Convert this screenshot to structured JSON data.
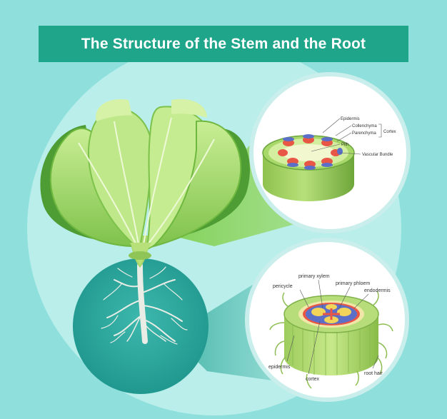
{
  "title": "The Structure of the Stem and the Root",
  "colors": {
    "background": "#8fe0dd",
    "title_bar": "#1ea58a",
    "title_text": "#ffffff",
    "big_circle": "#b9eeeb",
    "root_circle": "#27a29a",
    "leaf_light": "#b6e27c",
    "leaf_dark": "#5cae3c",
    "stem_green": "#9ccd5a",
    "phloem_red": "#e85646",
    "xylem_blue": "#5b6fc8"
  },
  "stem": {
    "labels": {
      "epidermis": "Epidermis",
      "collenchyma": "Collenchyma",
      "parenchyma": "Parenchyma",
      "cortex": "Cortex",
      "pith": "Pith",
      "vascular_bundle": "Vascular Bundle"
    }
  },
  "root": {
    "labels": {
      "primary_xylem": "primary xylem",
      "primary_phloem": "primary phloem",
      "pericycle": "pericycle",
      "endodermis": "endodermis",
      "epidermis": "epidermis",
      "cortex": "cortex",
      "root_hair": "root hair"
    }
  }
}
